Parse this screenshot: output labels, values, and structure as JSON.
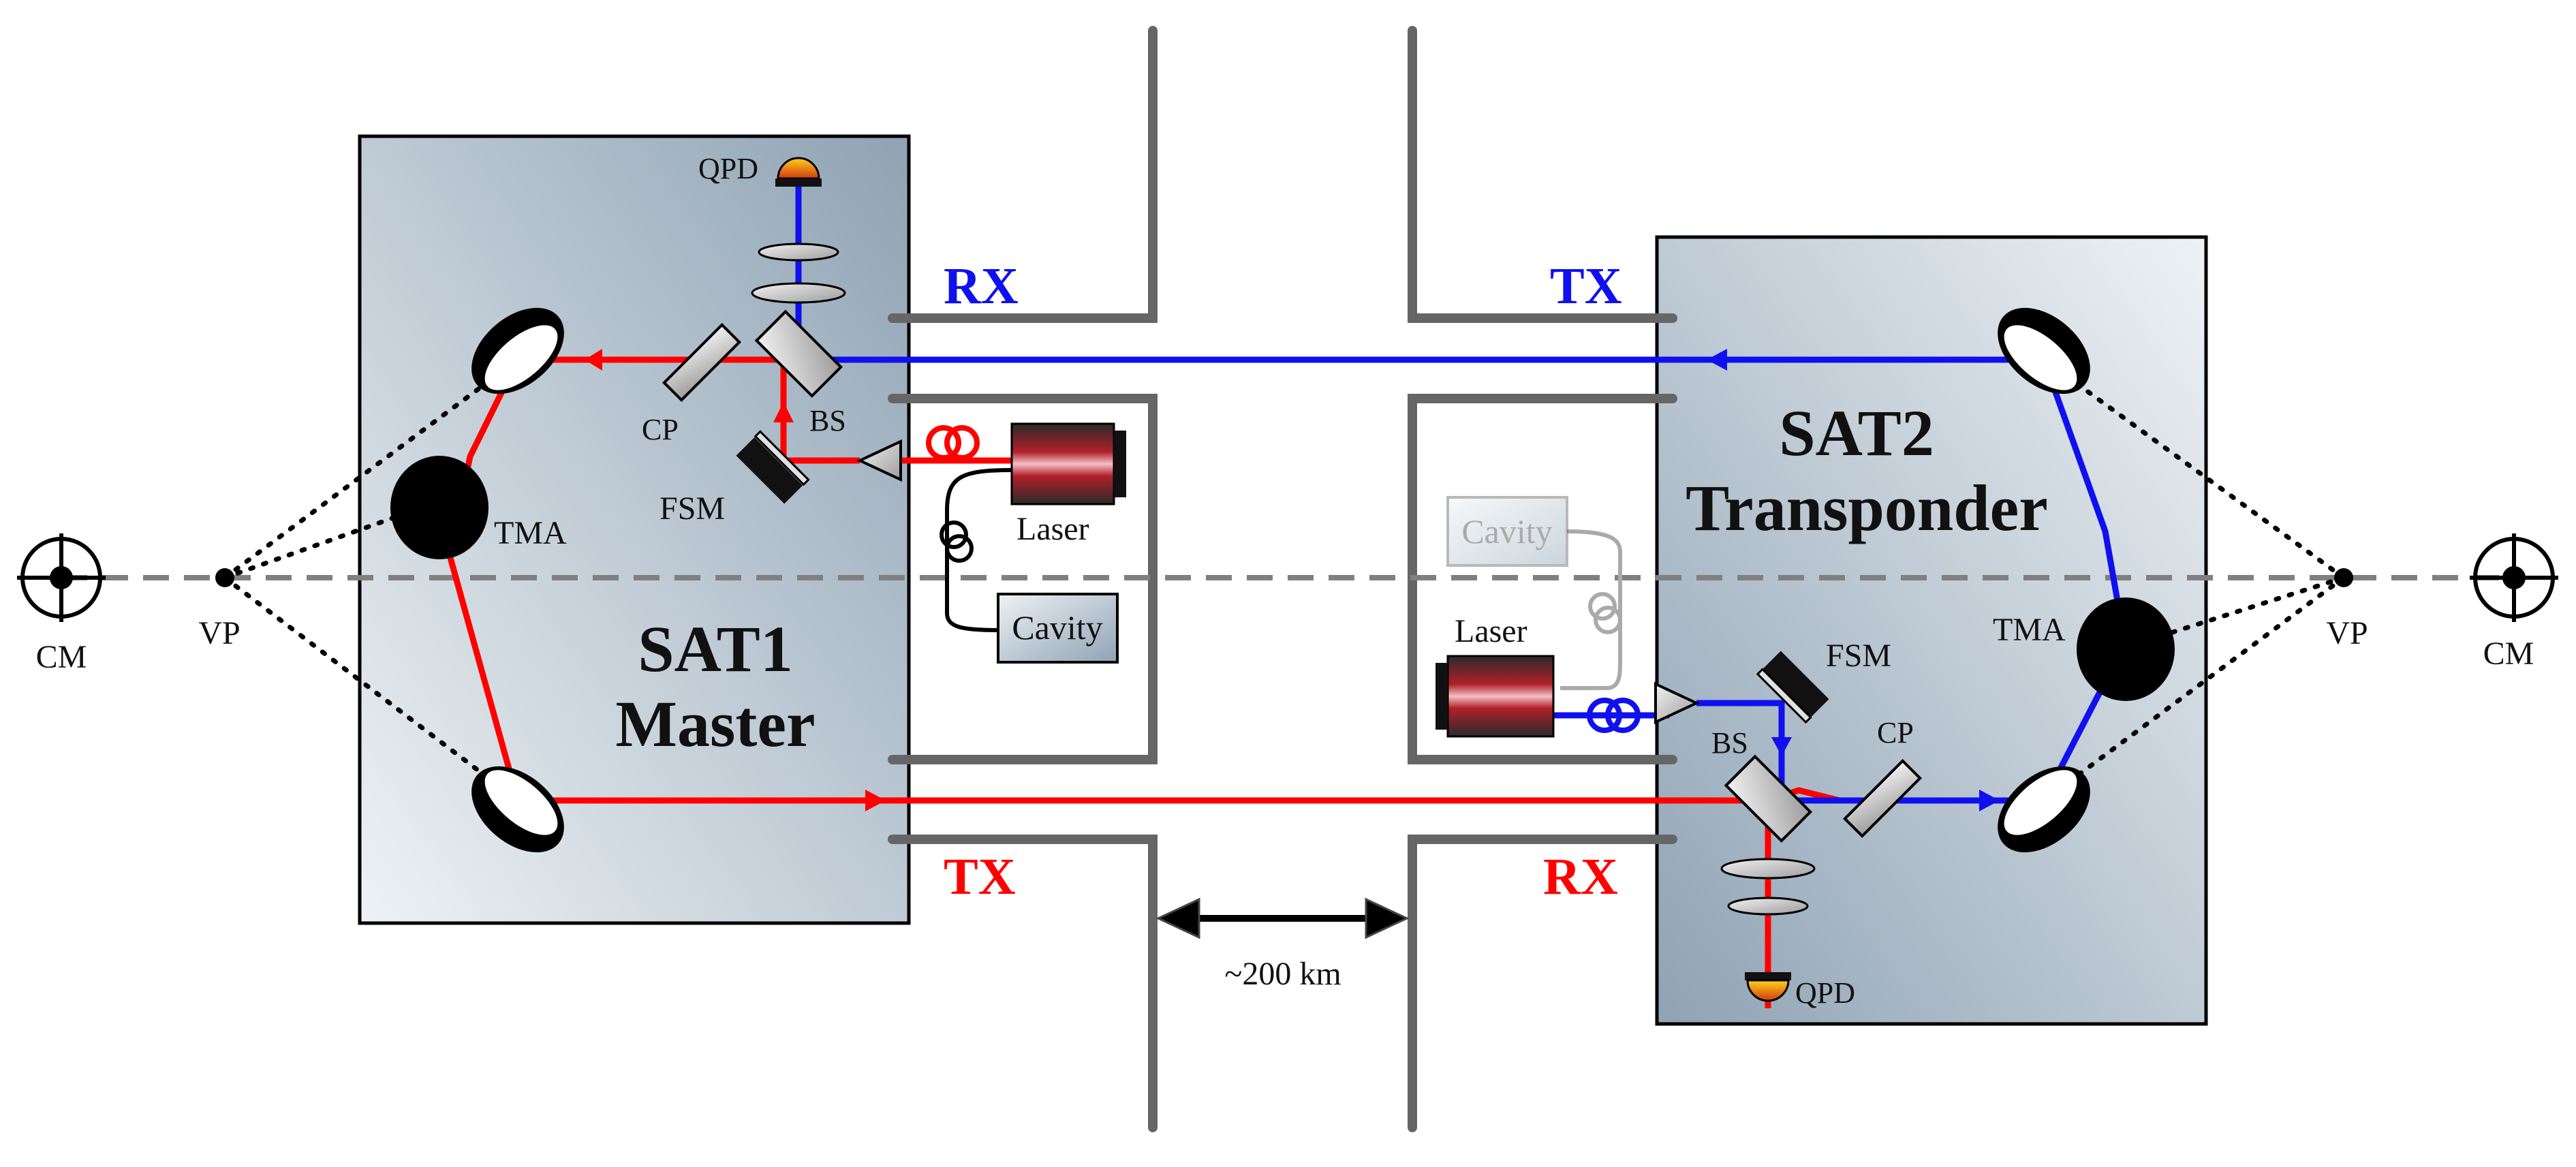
{
  "colors": {
    "tx_beam": "#ff0000",
    "rx_beam": "#1010ee",
    "wall": "#666666",
    "axis": "#808080",
    "box_dark": "#8fa3b4",
    "box_light": "#eef2f5"
  },
  "sat1": {
    "title_line1": "SAT1",
    "title_line2": "Master",
    "port_rx": "RX",
    "port_tx": "TX",
    "qpd": "QPD",
    "bs": "BS",
    "cp": "CP",
    "fsm": "FSM",
    "tma": "TMA",
    "laser": "Laser",
    "cavity": "Cavity",
    "vp": "VP",
    "cm": "CM"
  },
  "sat2": {
    "title_line1": "SAT2",
    "title_line2": "Transponder",
    "port_tx": "TX",
    "port_rx": "RX",
    "qpd": "QPD",
    "bs": "BS",
    "cp": "CP",
    "fsm": "FSM",
    "tma": "TMA",
    "laser": "Laser",
    "cavity": "Cavity",
    "vp": "VP",
    "cm": "CM"
  },
  "distance": "~200 km",
  "icons": {
    "cm": "center-of-mass-icon",
    "qpd": "quadrant-photodiode-icon",
    "laser": "laser-icon",
    "fiber": "fiber-coil-icon",
    "mirror": "mirror-icon",
    "lens": "lens-icon"
  }
}
